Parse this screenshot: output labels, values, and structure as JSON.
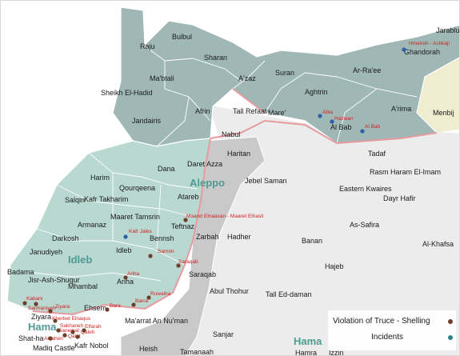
{
  "colors": {
    "shelling": "#6b3f2a",
    "incidents": "#2f5fa8",
    "label_red": "#d21f1f",
    "north_fill": "#9fb8b6",
    "idleb_fill": "#b8d8d0",
    "grey_fill": "#c9c9c9",
    "light_fill": "#ececec",
    "turkey_fill": "#f0ecd0",
    "region_label": "#4f9a91"
  },
  "regions": {
    "aleppo": "Aleppo",
    "idleb": "Idleb",
    "hama_left": "Hama",
    "hama_bottom": "Hama"
  },
  "places": {
    "jarablus": "Jarablu",
    "bulbul": "Bulbul",
    "raju": "Raju",
    "sharan": "Sharan",
    "mabtali": "Ma'btali",
    "sheikh_el_hadid": "Sheikh El-Hadid",
    "jandairis": "Jandairis",
    "afrin": "Afrin",
    "azaz": "A'zaz",
    "suran": "Suran",
    "ar_raee": "Ar-Ra'ee",
    "aghtrin": "Aghtrin",
    "ghandorah": "Ghandorah",
    "mare": "Mare'",
    "al_bab": "Al Bab",
    "arima": "A'rima",
    "menbij": "Menbij",
    "tall_refaat": "Tall Refaat",
    "nabul": "Nabul",
    "haritan": "Haritan",
    "tadaf": "Tadaf",
    "dana": "Dana",
    "daret_azza": "Daret Azza",
    "harim": "Harim",
    "qourqeena": "Qourqeena",
    "jebel_saman": "Jebel Saman",
    "rasm_haram": "Rasm Haram El-Imam",
    "salqin": "Salqin",
    "kafr_takharim": "Kafr Takharim",
    "atareb": "Atareb",
    "eastern_kwaires": "Eastern Kwaires",
    "dayr_hafir": "Dayr Hafir",
    "maaret_tamsrin": "Maaret Tamsrin",
    "armanaz": "Armanaz",
    "teftnaz": "Teftnaz",
    "as_safira": "As-Safira",
    "darkosh": "Darkosh",
    "bennsh": "Bennsh",
    "zarbah": "Zarbah",
    "hadher": "Hadher",
    "banan": "Banan",
    "al_khafsa": "Al-Khafsa",
    "janudiyeh": "Janudiyeh",
    "idleb_town": "Idleb",
    "saraqab": "Saraqab",
    "hajeb": "Hajeb",
    "badama": "Badama",
    "jisr_ash_shugur": "Jisr-Ash-Shugur",
    "mhambal": "Mhambal",
    "ariha": "Ariha",
    "abul_thohur": "Abul Thohur",
    "tall_ed_daman": "Tall Ed-daman",
    "ziyara": "Ziyara",
    "ehsem": "Ehsem",
    "maarrat_an_numan": "Ma'arrat An Nu'man",
    "shat_ha": "Shat-ha",
    "madiq_castle": "Madiq Castle",
    "kafr_nobol": "Kafr Nobol",
    "sanjar": "Sanjar",
    "heish": "Heish",
    "tamanaah": "Tamanaah",
    "hamra": "Hamra",
    "izzin": "Izzin"
  },
  "event_labels": {
    "hmeireh_ashkaji": "Hmeireh - Ashkaji",
    "abla": "Abla",
    "hazwan": "Hazwan",
    "al_bab_incident": "Al Bab",
    "maaret_elnaasan": "Maaret Elnaasan - Maaret Elhasli",
    "kafr_jales": "Kafr Jales",
    "sarmin": "Sarmin",
    "saraqab_event": "Saraqab",
    "ariha_event": "Ariha",
    "ruwaiha": "Ruwaiha",
    "barra": "Barra",
    "bara": "Bara",
    "kabani": "Kabani",
    "sarmaniyeh": "Sarmaniyeh",
    "ziyara_event": "Ziyara",
    "kherbet_elnaqus": "Kherbet Elnaqus",
    "alqaheri": "Alqaheri",
    "sanemat": "Sanemat",
    "qal3at": "Qalat",
    "qaleh": "Qaleh",
    "elfarah": "Elfarah",
    "sakhaneh": "Sakhaneh"
  },
  "legend": {
    "shelling_label": "Violation of Truce - Shelling",
    "incidents_label": "Incidents"
  }
}
